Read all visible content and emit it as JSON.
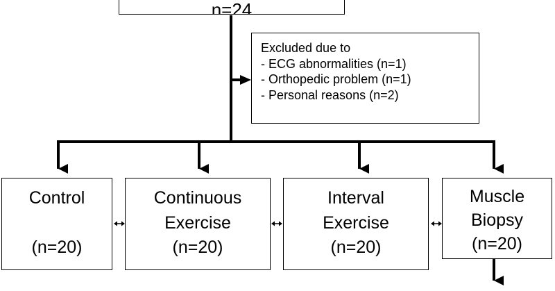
{
  "top_box": {
    "text": "n=24"
  },
  "exclusion": {
    "heading": "Excluded due to",
    "reasons": [
      "- ECG abnormalities (n=1)",
      "- Orthopedic problem (n=1)",
      "- Personal reasons (n=2)"
    ]
  },
  "groups": [
    {
      "lines": [
        "Control",
        "",
        "(n=20)"
      ]
    },
    {
      "lines": [
        "Continuous",
        "Exercise",
        "(n=20)"
      ]
    },
    {
      "lines": [
        "Interval",
        "Exercise",
        "(n=20)"
      ]
    },
    {
      "lines": [
        "Muscle",
        "Biopsy",
        "(n=20)"
      ]
    }
  ],
  "colors": {
    "line": "#000000",
    "background": "#ffffff"
  }
}
